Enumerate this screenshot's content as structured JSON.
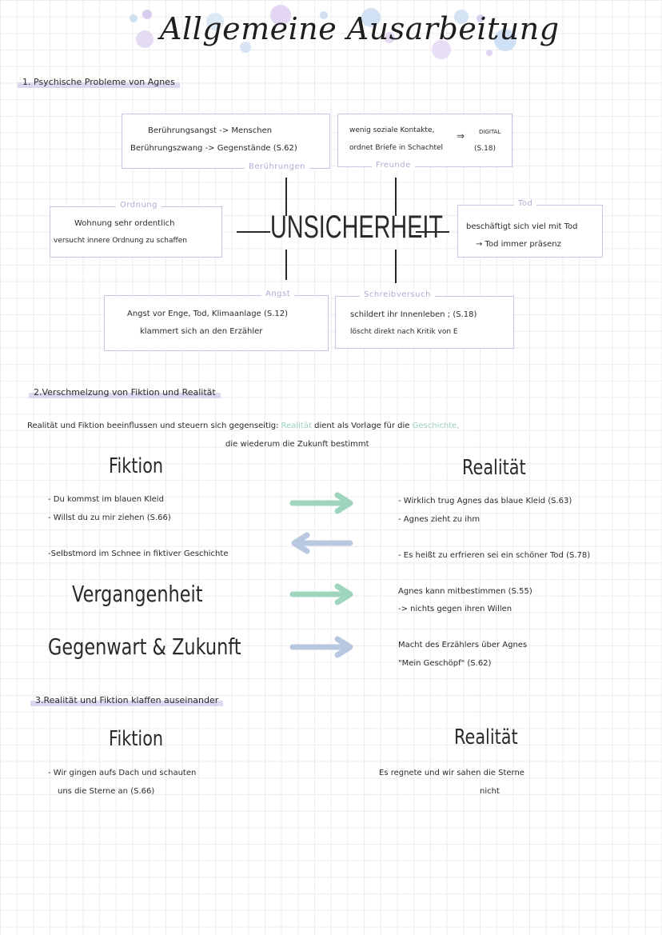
{
  "title": "Allgemeine Ausarbeitung",
  "colors": {
    "box_border": "#c9c5e6",
    "box_label": "#b0acd6",
    "highlight": "#dcd8ef",
    "arrow_green": "#9fd4bd",
    "arrow_blue": "#b8c8e0",
    "word_highlight": "#9ad0bd"
  },
  "section1": {
    "heading": "1. Psychische Probleme von Agnes",
    "center": "UNSICHERHEIT",
    "boxes": {
      "beruehrungen": {
        "label": "Berührungen",
        "lines": [
          "Berührungsangst -> Menschen",
          "Berührungszwang -> Gegenstände (S.62)"
        ]
      },
      "freunde": {
        "label": "Freunde",
        "lines": [
          "wenig soziale Kontakte,",
          "ordnet Briefe in Schachtel"
        ],
        "arrow_symbol": "⇒",
        "side_lines": [
          "DIGITAL",
          "(S.18)"
        ]
      },
      "ordnung": {
        "label": "Ordnung",
        "lines": [
          "Wohnung sehr ordentlich",
          "versucht innere Ordnung zu schaffen"
        ]
      },
      "tod": {
        "label": "Tod",
        "lines": [
          "beschäftigt sich viel mit Tod",
          "→ Tod immer präsenz"
        ]
      },
      "angst": {
        "label": "Angst",
        "lines": [
          "Angst vor Enge, Tod, Klimaanlage (S.12)",
          "klammert sich an den Erzähler"
        ]
      },
      "schreibversuch": {
        "label": "Schreibversuch",
        "lines": [
          "schildert ihr Innenleben ; (S.18)",
          "löscht direkt nach Kritik von E"
        ]
      }
    }
  },
  "section2": {
    "heading": "2.Verschmelzung von Fiktion und Realität",
    "intro_line1_a": "Realität und Fiktion beeinflussen und steuern sich gegenseitig:",
    "intro_realitaet": "Realität",
    "intro_line1_b": "dient als Vorlage für die",
    "intro_geschichte": "Geschichte,",
    "intro_line2": "die wiederum die Zukunft bestimmt",
    "col_left": "Fiktion",
    "col_right": "Realität",
    "rows": [
      {
        "left": [
          "- Du kommst im blauen Kleid",
          "- Willst du zu mir ziehen (S.66)"
        ],
        "right": [
          "- Wirklich trug Agnes das blaue Kleid (S.63)",
          "- Agnes zieht zu ihm"
        ]
      },
      {
        "left": [
          "-Selbstmord im Schnee in fiktiver Geschichte"
        ],
        "right": [
          "- Es heißt zu erfrieren sei ein schöner Tod (S.78)"
        ]
      },
      {
        "left_big": "Vergangenheit",
        "right": [
          "Agnes kann mitbestimmen (S.55)",
          "-> nichts gegen ihren Willen"
        ]
      },
      {
        "left_big": "Gegenwart & Zukunft",
        "right": [
          "Macht des Erzählers über Agnes",
          "\"Mein Geschöpf\" (S.62)"
        ]
      }
    ]
  },
  "section3": {
    "heading": "3.Realität und Fiktion klaffen auseinander",
    "col_left": "Fiktion",
    "col_right": "Realität",
    "left": [
      "- Wir gingen aufs Dach und schauten",
      "uns die Sterne an (S.66)"
    ],
    "right": [
      "Es regnete und wir sahen die Sterne",
      "nicht"
    ]
  }
}
